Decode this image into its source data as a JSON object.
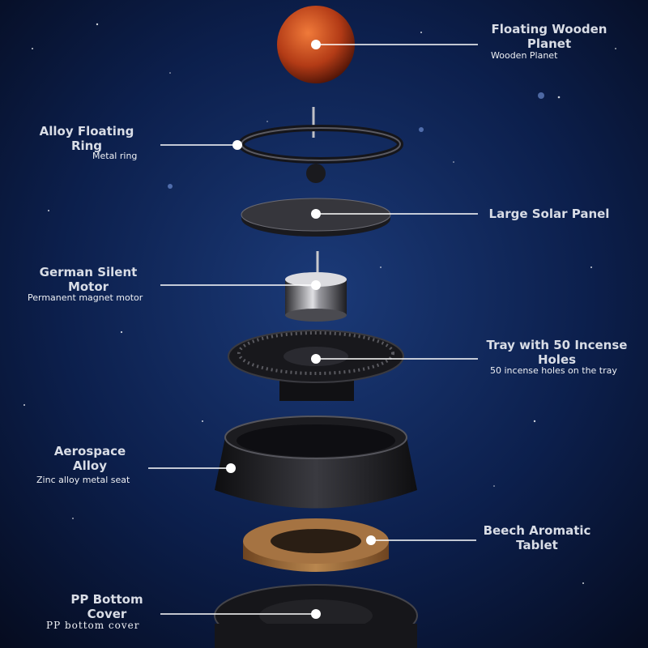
{
  "parts": [
    {
      "id": "planet",
      "title": "Floating Wooden Planet",
      "subtitle": "Wooden Planet"
    },
    {
      "id": "ring",
      "title": "Alloy Floating Ring",
      "subtitle": "Metal ring"
    },
    {
      "id": "solar",
      "title": "Large Solar Panel",
      "subtitle": ""
    },
    {
      "id": "motor",
      "title": "German Silent Motor",
      "subtitle": "Permanent magnet motor"
    },
    {
      "id": "tray",
      "title": "Tray with 50 Incense Holes",
      "subtitle": "50 incense holes on the tray"
    },
    {
      "id": "seat",
      "title": "Aerospace Alloy",
      "subtitle": "Zinc alloy metal seat"
    },
    {
      "id": "tablet",
      "title": "Beech Aromatic Tablet",
      "subtitle": ""
    },
    {
      "id": "cover",
      "title": "PP Bottom Cover",
      "subtitle": "PP bottom cover"
    }
  ],
  "colors": {
    "space": "#0a1a3f",
    "leader": "#ffffff",
    "label": "#d9dde6",
    "wood": "#9a6a3a",
    "planet": "#c4471e"
  }
}
